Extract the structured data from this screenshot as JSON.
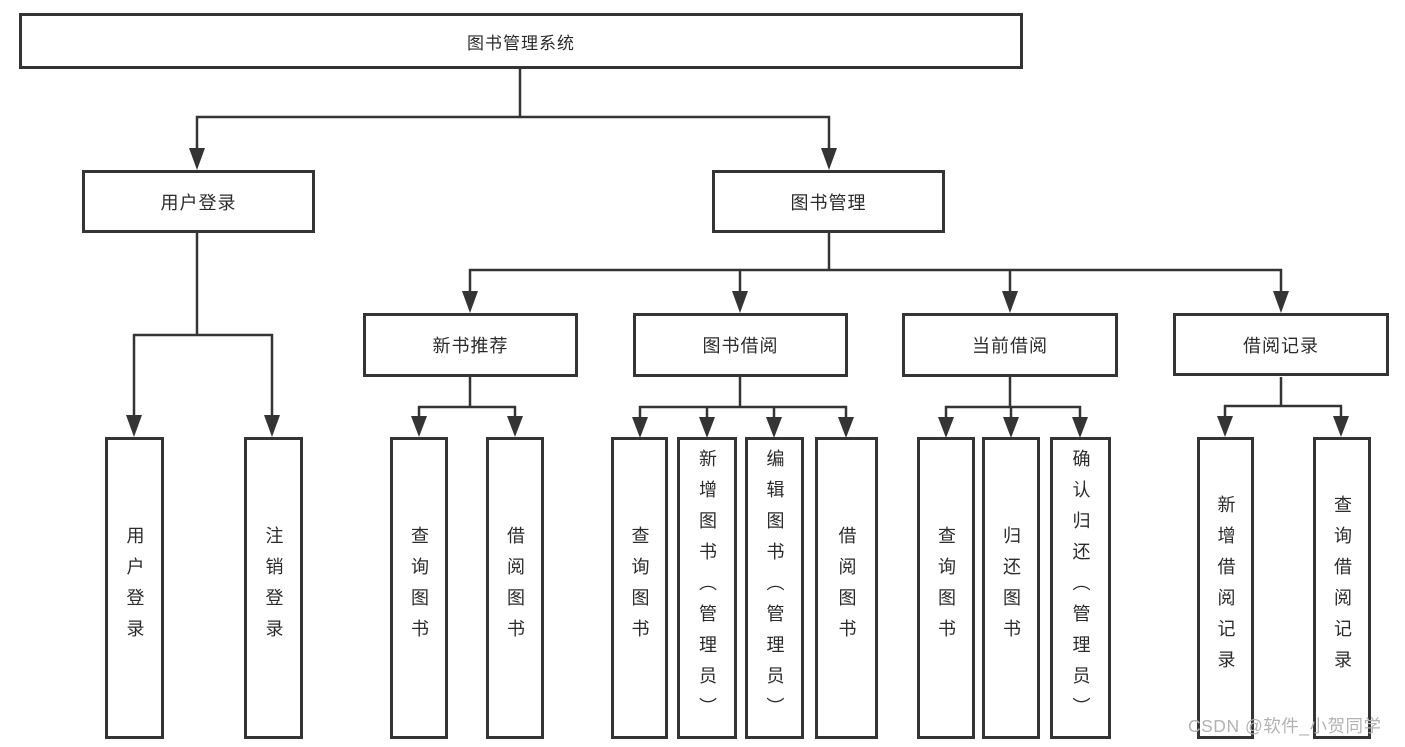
{
  "tree": {
    "root": "图书管理系统",
    "branches": [
      {
        "label": "用户登录",
        "children": [
          "用户登录",
          "注销登录"
        ]
      },
      {
        "label": "图书管理",
        "children": [
          {
            "label": "新书推荐",
            "children": [
              "查询图书",
              "借阅图书"
            ]
          },
          {
            "label": "图书借阅",
            "children": [
              "查询图书",
              "新增图书（管理员）",
              "编辑图书（管理员）",
              "借阅图书"
            ]
          },
          {
            "label": "当前借阅",
            "children": [
              "查询图书",
              "归还图书",
              "确认归还（管理员）"
            ]
          },
          {
            "label": "借阅记录",
            "children": [
              "新增借阅记录",
              "查询借阅记录"
            ]
          }
        ]
      }
    ]
  },
  "watermark": "CSDN @软件_小贺同学",
  "colors": {
    "line": "#343434",
    "text": "#2b2b2b",
    "watermark": "#b3b3b3",
    "background": "#ffffff"
  }
}
